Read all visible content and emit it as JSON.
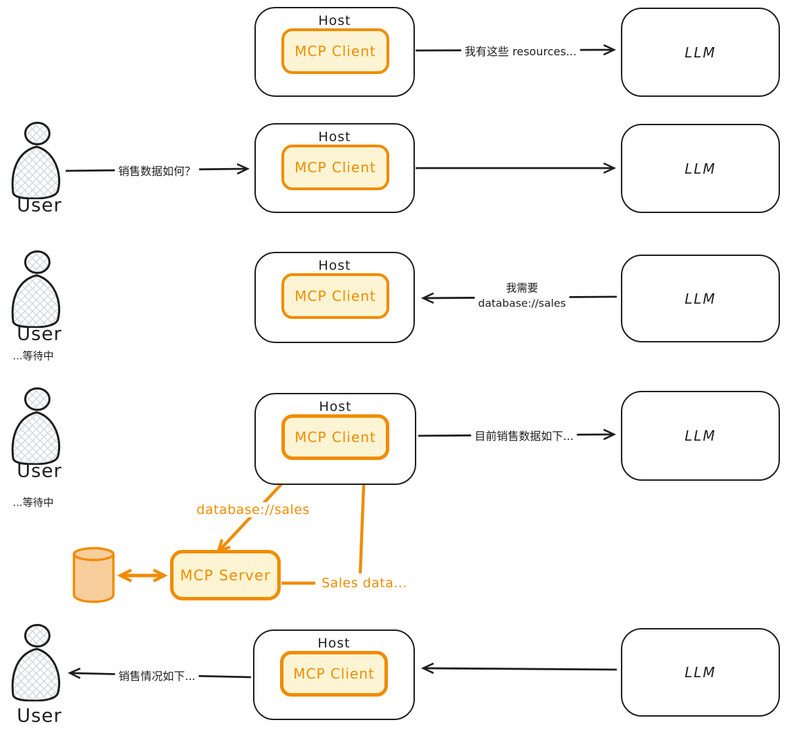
{
  "labels": {
    "host": "Host",
    "mcp_client": "MCP Client",
    "llm": "LLM",
    "user": "User",
    "waiting": "...等待中",
    "mcp_server": "MCP Server"
  },
  "messages": {
    "resources_to_llm": "我有这些 resources...",
    "user_question": "销售数据如何？",
    "llm_request_line1": "我需要",
    "llm_request_line2": "database://sales",
    "client_report_to_llm": "目前销售数据如下...",
    "resource_uri": "database://sales",
    "sales_data": "Sales data...",
    "answer_to_user": "销售情况如下..."
  },
  "colors": {
    "ink": "#1e1e1e",
    "accent": "#f08c00",
    "client_fill": "#fcf4d3",
    "db_fill": "#f7cd9c",
    "hatch": "#ccd5dc"
  }
}
